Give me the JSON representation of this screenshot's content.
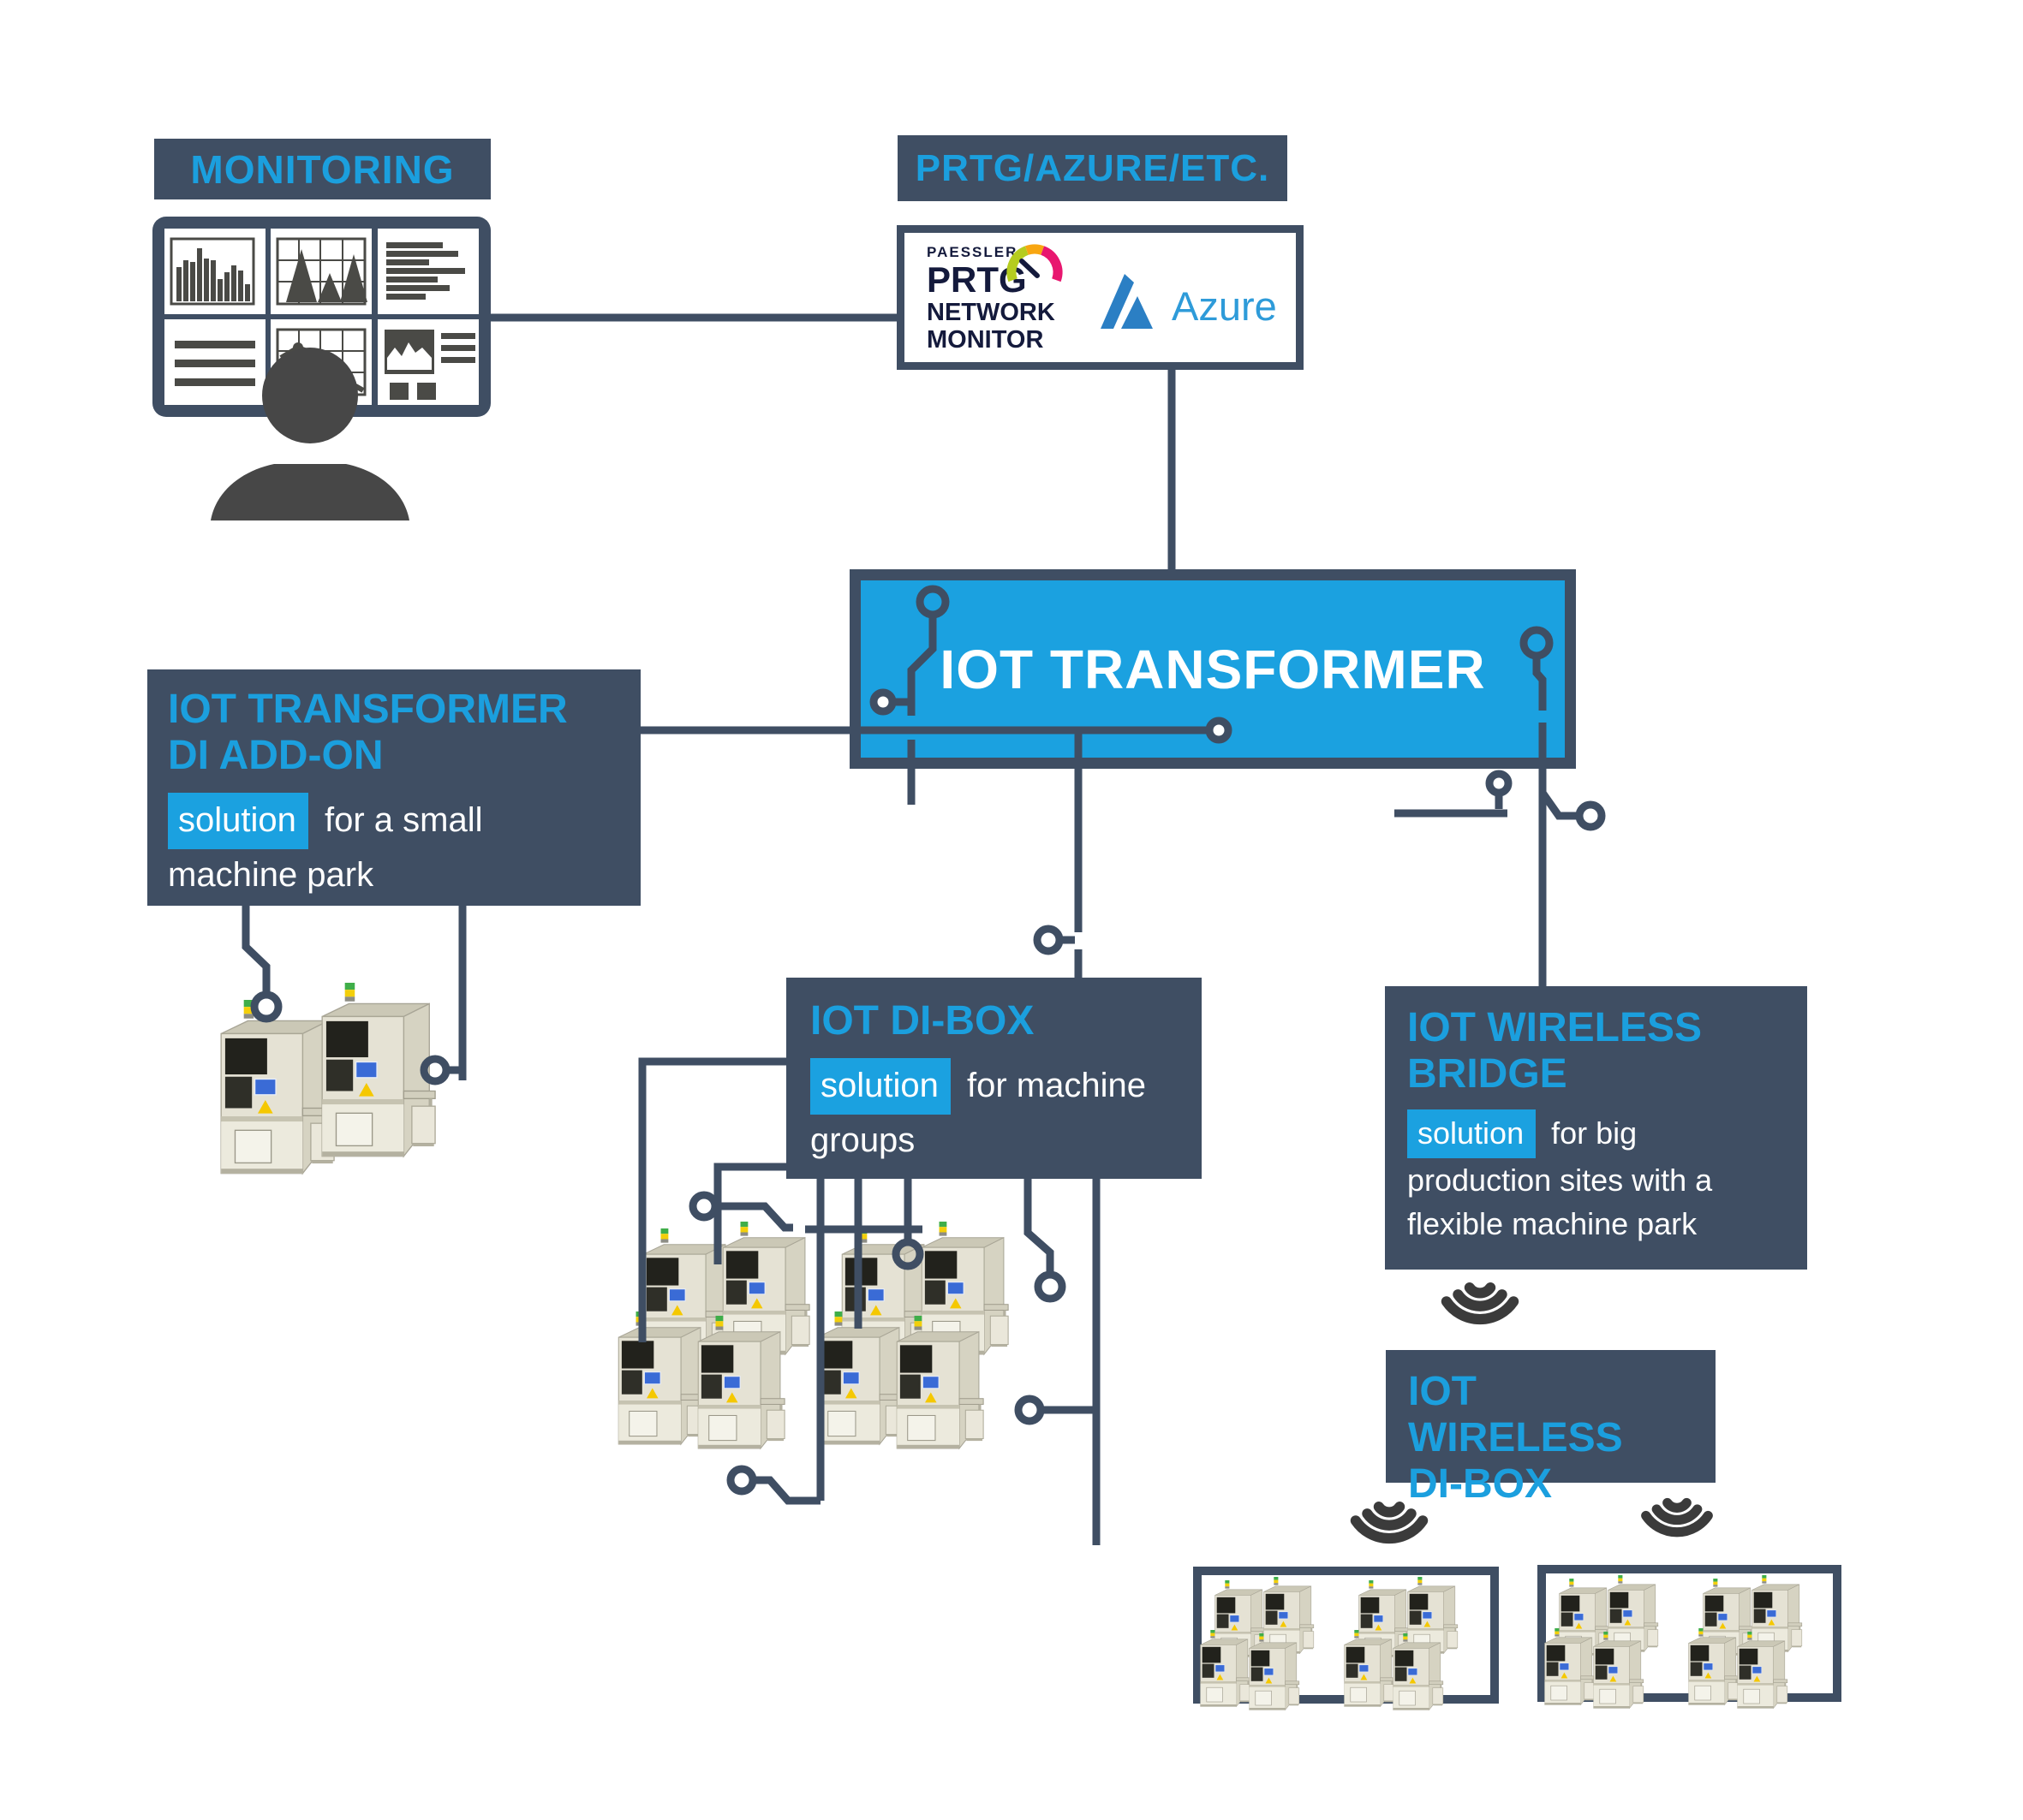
{
  "colors": {
    "slate": "#3F4E63",
    "cyan": "#1BA1E0",
    "cyan_text": "#1B9FDE",
    "white": "#FFFFFF",
    "chart_gray": "#4A4A46",
    "person_gray": "#474747",
    "wifi_gray": "#3B3B3B",
    "prtg_navy": "#141A3C",
    "gauge_lime": "#B5CC1F",
    "gauge_orange": "#F8A611",
    "gauge_pink": "#E8176F",
    "azure_blue": "#2B7FC4",
    "azure_text": "#2E9BD9",
    "machine_beige": "#E5E2D4"
  },
  "nodes": {
    "monitoring": {
      "label": "MONITORING"
    },
    "cloud": {
      "label": "PRTG/AZURE/ETC.",
      "prtg_brand": "PAESSLER",
      "prtg_line1": "PRTG",
      "prtg_line2": "NETWORK",
      "prtg_line3": "MONITOR",
      "azure_label": "Azure"
    },
    "transformer": {
      "label": "IOT TRANSFORMER"
    },
    "di_addon": {
      "title1": "IOT TRANSFORMER",
      "title2": "DI ADD-ON",
      "highlight": "solution",
      "body1": "for a small",
      "body2": "machine park"
    },
    "di_box": {
      "title1": "IOT DI-BOX",
      "highlight": "solution",
      "body1": "for machine",
      "body2": "groups"
    },
    "wireless_bridge": {
      "title1": "IOT WIRELESS",
      "title2": "BRIDGE",
      "highlight": "solution",
      "body1": "for big",
      "body2": "production sites with a",
      "body3": "flexible machine park"
    },
    "wireless_di_box": {
      "title1": "IOT WIRELESS",
      "title2": "DI-BOX"
    }
  },
  "icons": {
    "wifi": "wifi-icon",
    "operator": "operator-silhouette-icon",
    "gauge": "prtg-gauge-icon",
    "azure_triangle": "azure-logo-icon",
    "monitor": "monitoring-wall-icon",
    "machine": "production-machine-icon"
  }
}
